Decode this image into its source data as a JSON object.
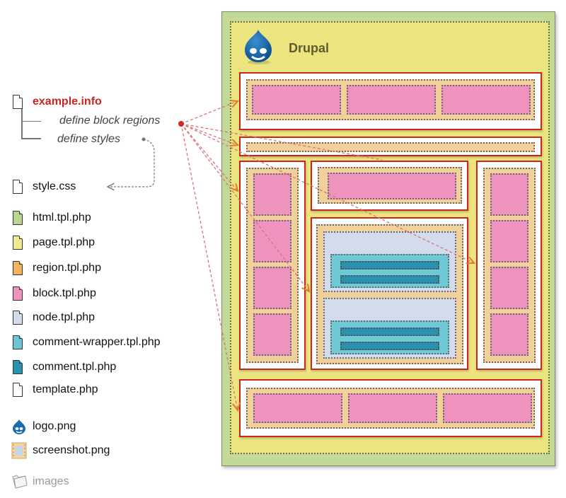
{
  "files": {
    "info": {
      "name": "example.info",
      "notes": [
        "define block regions",
        "define styles"
      ]
    },
    "style": "style.css",
    "templates": [
      {
        "name": "html.tpl.php",
        "color": "#b9d58f"
      },
      {
        "name": "page.tpl.php",
        "color": "#f2ea8f"
      },
      {
        "name": "region.tpl.php",
        "color": "#f4b25a"
      },
      {
        "name": "block.tpl.php",
        "color": "#ee93bd"
      },
      {
        "name": "node.tpl.php",
        "color": "#d3dbec"
      },
      {
        "name": "comment-wrapper.tpl.php",
        "color": "#6cc7d4"
      },
      {
        "name": "comment.tpl.php",
        "color": "#2b91b0"
      },
      {
        "name": "template.php",
        "color": "#ffffff"
      }
    ],
    "logo": "logo.png",
    "screenshot": "screenshot.png",
    "images": "images"
  },
  "site": {
    "name": "Drupal"
  },
  "colors": {
    "accent_red": "#c9271d",
    "html": "#c2d997",
    "page": "#ece57f",
    "region": "#f2d09a",
    "block": "#ee93bd",
    "node": "#d3dbec",
    "comment_wrapper": "#70cad6",
    "comment": "#2b91b0"
  }
}
